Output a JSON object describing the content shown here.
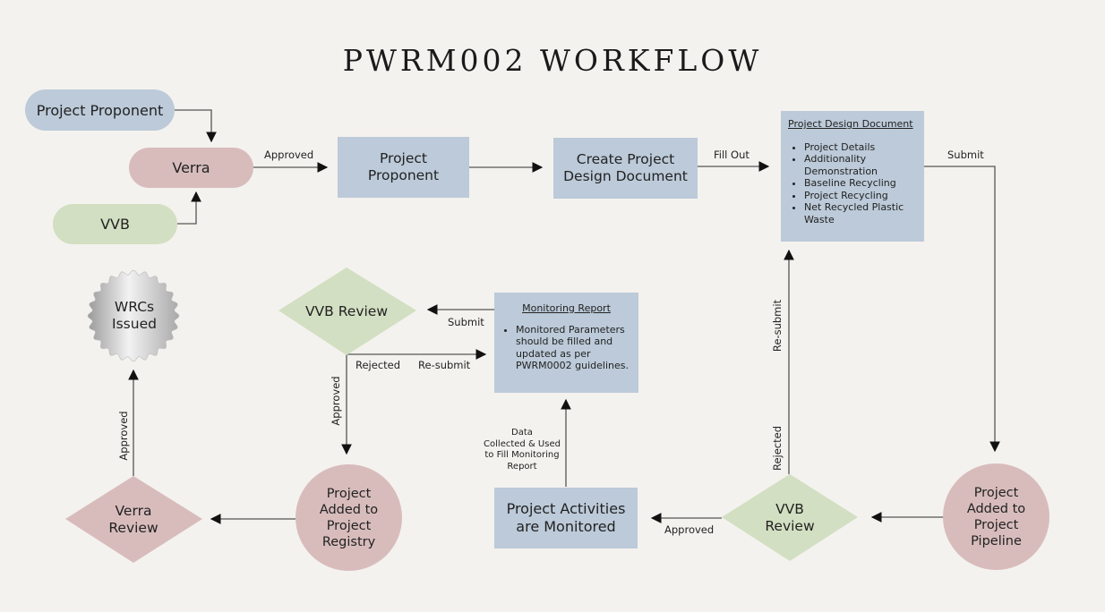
{
  "title": "PWRM002 WORKFLOW",
  "colors": {
    "background": "#f4f2ee",
    "blue": "#bccad9",
    "pink": "#d8bcbc",
    "green": "#d2dfc2",
    "line": "#555555"
  },
  "nodes": {
    "project_proponent_pill": "Project Proponent",
    "verra_pill": "Verra",
    "vvb_pill": "VVB",
    "project_proponent_box_1": "Project",
    "project_proponent_box_2": "Proponent",
    "create_pdd_1": "Create Project",
    "create_pdd_2": "Design Document",
    "pdd": {
      "title": "Project Design Document",
      "items": [
        "Project Details",
        "Additionality Demonstration",
        "Baseline Recycling",
        "Project Recycling",
        "Net Recycled Plastic Waste"
      ]
    },
    "pipeline": [
      "Project",
      "Added to",
      "Project",
      "Pipeline"
    ],
    "vvb_review_bottom": [
      "VVB",
      "Review"
    ],
    "activities": [
      "Project Activities",
      "are Monitored"
    ],
    "monitoring_report": {
      "title": "Monitoring Report",
      "items": [
        "Monitored Parameters should be filled and updated as per PWRM0002 guidelines."
      ]
    },
    "vvb_review_top": "VVB Review",
    "registry": [
      "Project",
      "Added to",
      "Project",
      "Registry"
    ],
    "verra_review": [
      "Verra",
      "Review"
    ],
    "wrcs": [
      "WRCs",
      "Issued"
    ]
  },
  "edges": {
    "approved_top": "Approved",
    "fill_out": "Fill Out",
    "submit_pdd": "Submit",
    "resubmit_pdd": "Re-submit",
    "rejected_pdd": "Rejected",
    "approved_bottom": "Approved",
    "data_collected": [
      "Data",
      "Collected & Used",
      "to Fill Monitoring",
      "Report"
    ],
    "submit_mr": "Submit",
    "rejected_mr": "Rejected",
    "resubmit_mr": "Re-submit",
    "approved_registry": "Approved",
    "approved_wrcs": "Approved"
  }
}
